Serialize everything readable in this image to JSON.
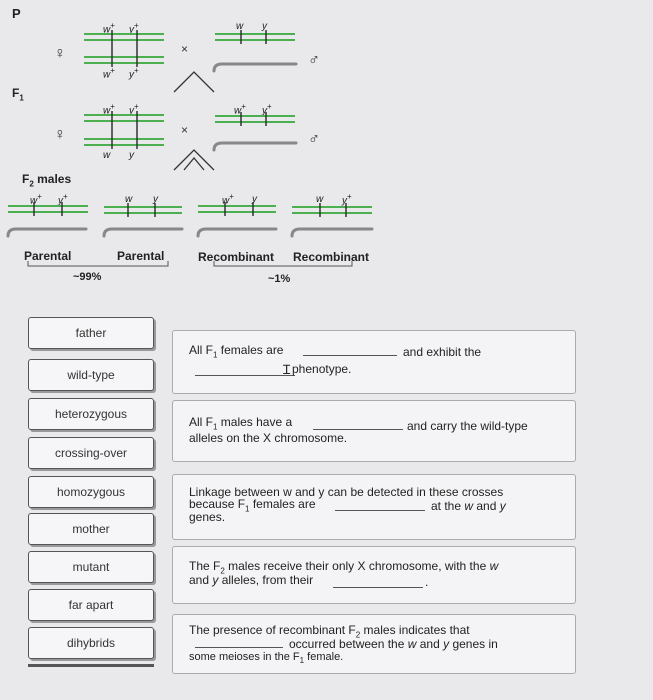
{
  "diagram": {
    "p_label": "P",
    "f1_label": "F",
    "f1_sub": "1",
    "f2_label": "F",
    "f2_sub": "2",
    "f2_rest": " males",
    "female_symbol": "♀",
    "male_symbol": "♂",
    "cross_symbol": "×",
    "w_plus": "w",
    "y_plus": "y",
    "w": "w",
    "y": "y",
    "plus": "+",
    "parental_1": "Parental",
    "parental_2": "Parental",
    "recombinant_1": "Recombinant",
    "recombinant_2": "Recombinant",
    "parental_pct": "~99%",
    "recombinant_pct": "~1%"
  },
  "word_bank": [
    "father",
    "wild-type",
    "heterozygous",
    "crossing-over",
    "homozygous",
    "mother",
    "mutant",
    "far apart",
    "dihybrids"
  ],
  "statements": {
    "s1_a": "All F",
    "s1_sub": "1",
    "s1_b": " females are",
    "s1_c": "and exhibit the",
    "s1_d": "phenotype.",
    "s2_a": "All F",
    "s2_sub": "1",
    "s2_b": " males have a",
    "s2_c": "and carry the wild-type",
    "s2_d": "alleles on the X chromosome.",
    "s3_a": "Linkage between w and y can be detected in these crosses",
    "s3_b": "because F",
    "s3_sub": "1",
    "s3_c": " females are",
    "s3_d": "at the",
    "s3_d_w": "w",
    "s3_d_and": " and ",
    "s3_d_y": "y",
    "s3_e": "genes.",
    "s4_a": "The F",
    "s4_sub": "2",
    "s4_b": " males receive their only X chromosome, with the",
    "s4_w": "w",
    "s4_c": "and",
    "s4_y": "y",
    "s4_d": " alleles, from their",
    "s4_dot": ".",
    "s5_a": "The presence of recombinant F",
    "s5_sub": "2",
    "s5_b": " males indicates that",
    "s5_c": "occurred between the",
    "s5_w": "w",
    "s5_and": " and ",
    "s5_y": "y",
    "s5_genes": " genes in",
    "s5_d": "some meioses in the F",
    "s5_sub2": "1",
    "s5_e": " female."
  },
  "colors": {
    "chromosome_green": "#4caf50",
    "y_chromosome_gray": "#888888"
  }
}
